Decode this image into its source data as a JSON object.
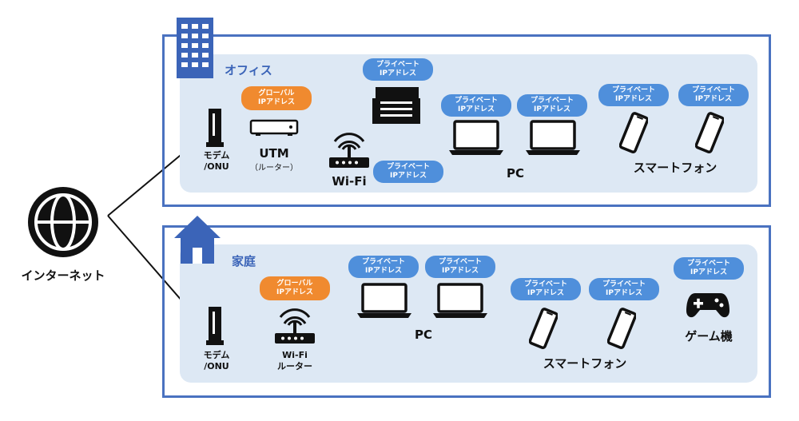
{
  "internet_label": "インターネット",
  "office": {
    "title": "オフィス",
    "modem_label": [
      "モデム",
      "/ONU"
    ],
    "global_ip": [
      "グローバル",
      "IPアドレス"
    ],
    "utm_label": "UTM",
    "utm_sub": "（ルーター）",
    "wifi_label": "Wi-Fi",
    "pc_label": "PC",
    "phone_label": "スマートフォン",
    "private_ip": [
      "プライベート",
      "IPアドレス"
    ]
  },
  "home": {
    "title": "家庭",
    "modem_label": [
      "モデム",
      "/ONU"
    ],
    "global_ip": [
      "グローバル",
      "IPアドレス"
    ],
    "wifi_label": [
      "Wi-Fi",
      "ルーター"
    ],
    "pc_label": "PC",
    "phone_label": "スマートフォン",
    "game_label": "ゲーム機",
    "private_ip": [
      "プライベート",
      "IPアドレス"
    ]
  },
  "colors": {
    "frame": "#4a72c0",
    "panel": "#dde8f4",
    "pill_blue": "#4f8fdb",
    "pill_orange": "#f08a2f"
  }
}
